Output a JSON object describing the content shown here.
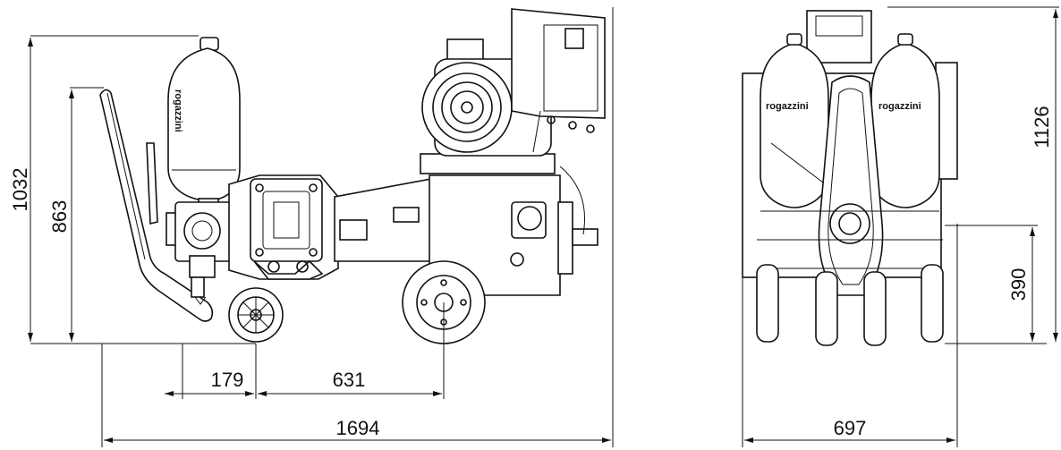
{
  "colors": {
    "line": "#111111",
    "background": "#ffffff"
  },
  "brand": {
    "side_tank": "rogazzini",
    "rear_left": "rogazzini",
    "rear_right": "rogazzini"
  },
  "dimensions": {
    "height_tank": "1032",
    "height_handle": "863",
    "offset_front": "179",
    "wheelbase": "631",
    "total_length": "1694",
    "total_width": "697",
    "total_height_rear": "1126",
    "axle_height": "390"
  }
}
